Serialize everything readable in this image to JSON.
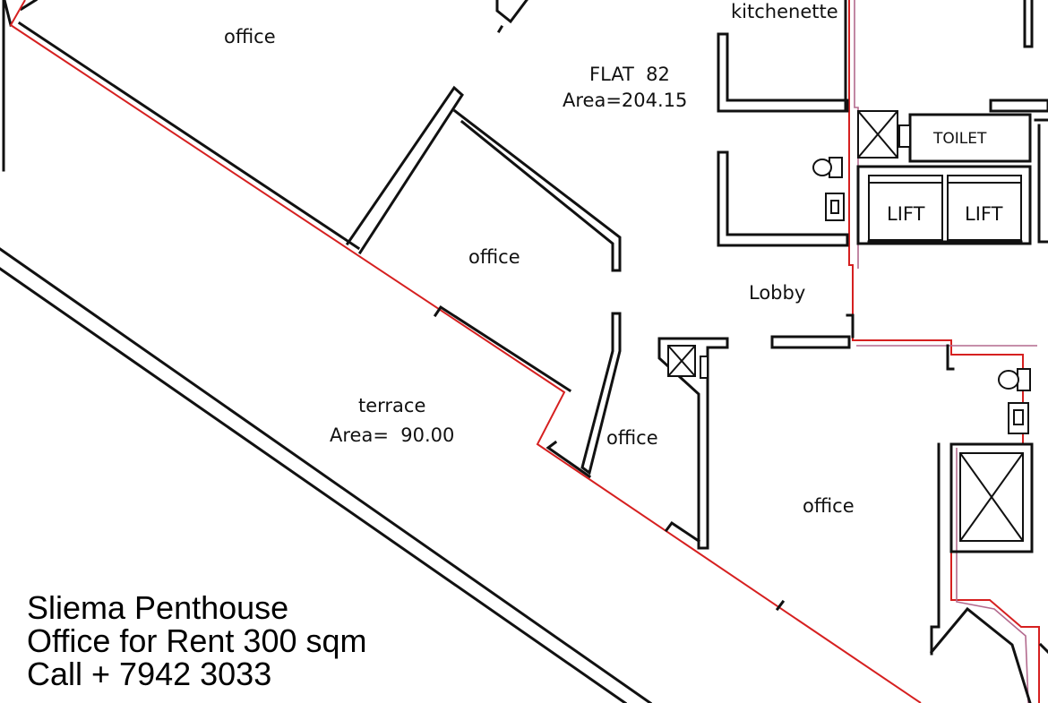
{
  "plan": {
    "rooms": {
      "office_top": "office",
      "office_mid": "office",
      "office_lower": "office",
      "office_right": "office",
      "kitchenette": "kitchenette",
      "lobby": "Lobby",
      "toilet": "TOILET",
      "lift_left": "LIFT",
      "lift_right": "LIFT"
    },
    "flat": {
      "name": "FLAT  82",
      "area": "Area=204.15"
    },
    "terrace": {
      "name": "terrace",
      "area": "Area=  90.00"
    },
    "colors": {
      "walls": "#111111",
      "boundary": "#d62020",
      "service_line": "#b36a8e",
      "background": "#ffffff"
    }
  },
  "promo": {
    "line1": "Sliema Penthouse",
    "line2": "Office for Rent 300 sqm",
    "line3": "Call + 7942 3033"
  }
}
